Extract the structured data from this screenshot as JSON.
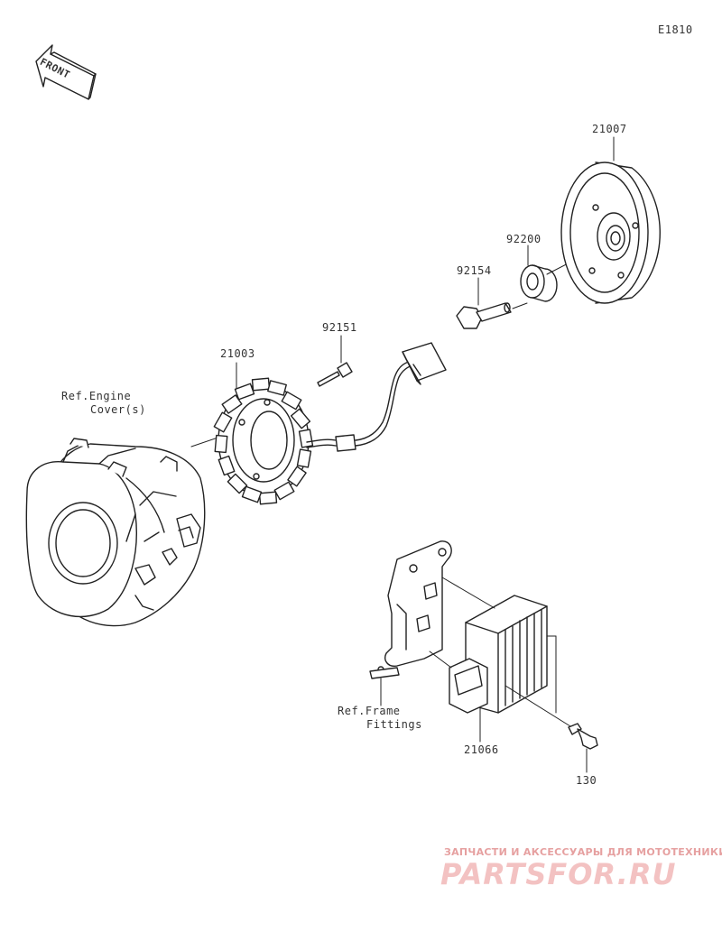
{
  "diagram_code": "E1810",
  "direction_label": "FRONT",
  "parts": {
    "flywheel": "21007",
    "bearing": "92200",
    "flywheel_bolt": "92154",
    "stator_bolt": "92151",
    "stator": "21003",
    "regulator": "21066",
    "regulator_bolt": "130"
  },
  "refs": {
    "engine_cover_line1": "Ref.Engine",
    "engine_cover_line2": "Cover(s)",
    "frame_fittings_line1": "Ref.Frame",
    "frame_fittings_line2": "Fittings"
  },
  "watermark": {
    "tagline": "ЗАПЧАСТИ И АКСЕССУАРЫ ДЛЯ МОТОТЕХНИКИ",
    "logo": "PARTSFOR.RU"
  }
}
